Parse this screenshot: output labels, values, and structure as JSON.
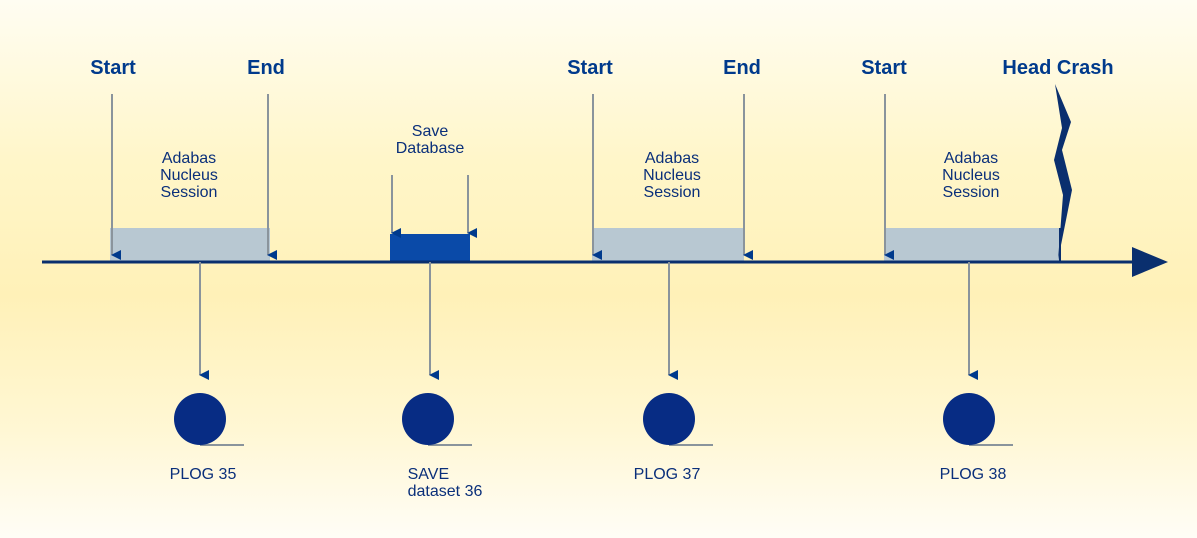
{
  "events": {
    "start_1": "Start",
    "end_1": "End",
    "start_2": "Start",
    "end_2": "End",
    "start_3": "Start",
    "head_crash": "Head Crash"
  },
  "session_1": "Adabas\nNucleus\nSession",
  "save_database": "Save\nDatabase",
  "session_2": "Adabas\nNucleus\nSession",
  "session_3": "Adabas\nNucleus\nSession",
  "outputs": {
    "plog_35": "PLOG 35",
    "save_dataset_36": "SAVE\ndataset 36",
    "plog_37": "PLOG 37",
    "plog_38": "PLOG 38"
  },
  "colors": {
    "background": "#fff4c4",
    "session_bar": "#b8c8d2",
    "save_bar": "#0a4aa8",
    "timeline": "#0a2f6e",
    "arrow_line": "#8a949c",
    "tape": "#072c84"
  }
}
